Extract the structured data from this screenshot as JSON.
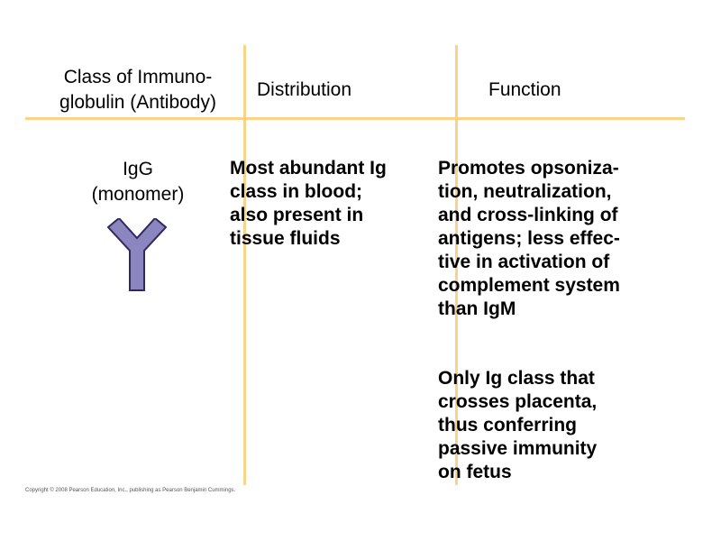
{
  "table": {
    "headers": {
      "class": "Class of Immuno-\nglobulin (Antibody)",
      "distribution": "Distribution",
      "function": "Function"
    },
    "row": {
      "class_name": "IgG\n(monomer)",
      "distribution": "Most abundant Ig\nclass in blood;\nalso present in\ntissue fluids",
      "function_1": "Promotes opsoniza-\ntion, neutralization,\nand cross-linking of\nantigens; less effec-\ntive in activation of\ncomplement system\nthan IgM",
      "function_2": "Only Ig class that\ncrosses placenta,\nthus conferring\npassive immunity\non fetus"
    }
  },
  "icon": "antibody-y-icon",
  "colors": {
    "grid_lines": "#f9d488",
    "antibody_fill": "#8c86c0",
    "antibody_stroke": "#2f2a5a"
  },
  "copyright": "Copyright © 2008 Pearson Education, Inc., publishing as Pearson Benjamin Cummings."
}
